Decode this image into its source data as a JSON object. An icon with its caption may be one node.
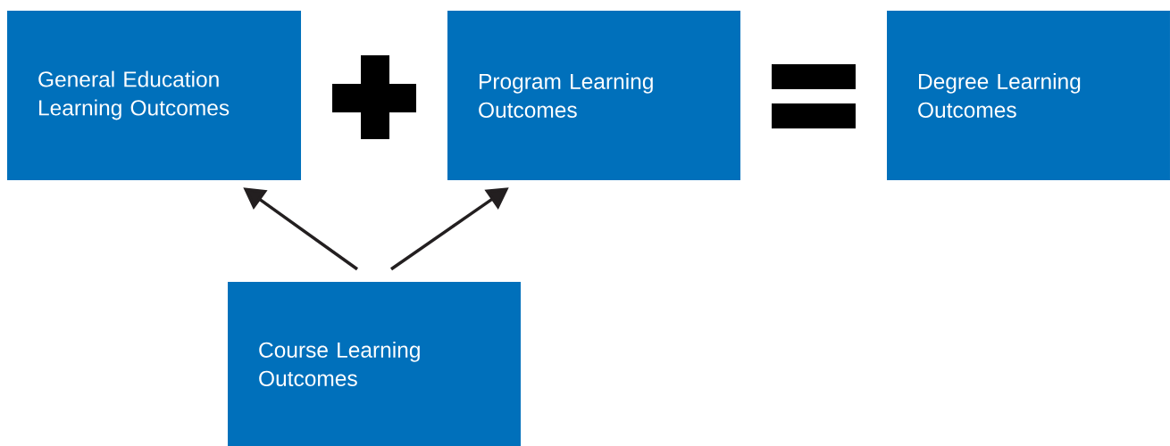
{
  "diagram": {
    "nodes": [
      {
        "text": [
          "General Education Learning Outcomes"
        ]
      },
      {
        "text": [
          "Program Learning Outcomes"
        ]
      },
      {
        "text": [
          "Degree Learning Outcomes"
        ]
      },
      {
        "text": [
          "Course Learning Outcomes"
        ]
      }
    ],
    "edges": [
      {
        "from": 3,
        "to": 0,
        "arrow": "to"
      },
      {
        "from": 3,
        "to": 1,
        "arrow": "to"
      }
    ]
  }
}
